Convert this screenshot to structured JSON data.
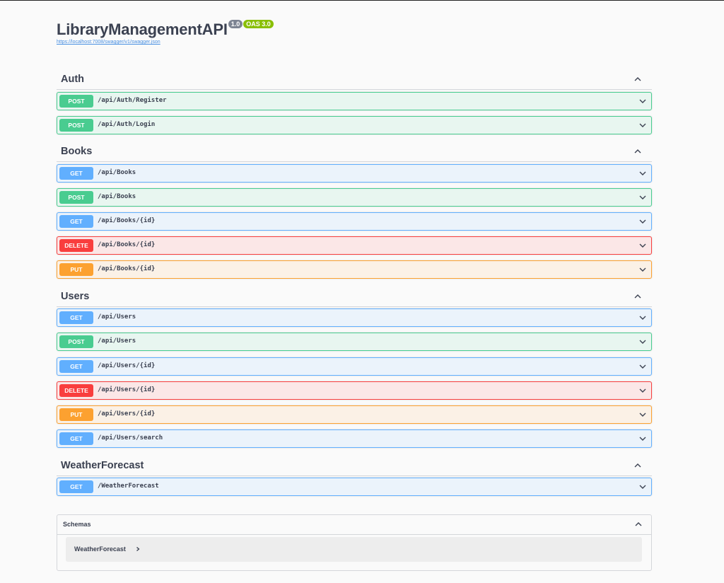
{
  "info": {
    "title": "LibraryManagementAPI",
    "version": "1.0",
    "oas": "OAS 3.0",
    "spec_url": "https://localhost:7008/swagger/v1/swagger.json"
  },
  "tags": [
    {
      "name": "Auth",
      "operations": [
        {
          "method": "POST",
          "path": "/api/Auth/Register"
        },
        {
          "method": "POST",
          "path": "/api/Auth/Login"
        }
      ]
    },
    {
      "name": "Books",
      "operations": [
        {
          "method": "GET",
          "path": "/api/Books"
        },
        {
          "method": "POST",
          "path": "/api/Books"
        },
        {
          "method": "GET",
          "path": "/api/Books/{id}"
        },
        {
          "method": "DELETE",
          "path": "/api/Books/{id}"
        },
        {
          "method": "PUT",
          "path": "/api/Books/{id}"
        }
      ]
    },
    {
      "name": "Users",
      "operations": [
        {
          "method": "GET",
          "path": "/api/Users"
        },
        {
          "method": "POST",
          "path": "/api/Users"
        },
        {
          "method": "GET",
          "path": "/api/Users/{id}"
        },
        {
          "method": "DELETE",
          "path": "/api/Users/{id}"
        },
        {
          "method": "PUT",
          "path": "/api/Users/{id}"
        },
        {
          "method": "GET",
          "path": "/api/Users/search"
        }
      ]
    },
    {
      "name": "WeatherForecast",
      "operations": [
        {
          "method": "GET",
          "path": "/WeatherForecast"
        }
      ]
    }
  ],
  "schemas": {
    "title": "Schemas",
    "items": [
      {
        "name": "WeatherForecast"
      }
    ]
  },
  "icons": {
    "section_toggle": "chevron-up-icon",
    "operation_toggle": "chevron-down-icon",
    "model_expand": "chevron-right-icon"
  },
  "colors": {
    "get": "#61affe",
    "post": "#49cc90",
    "delete": "#f93e3e",
    "put": "#fca130",
    "link": "#4990e2"
  }
}
